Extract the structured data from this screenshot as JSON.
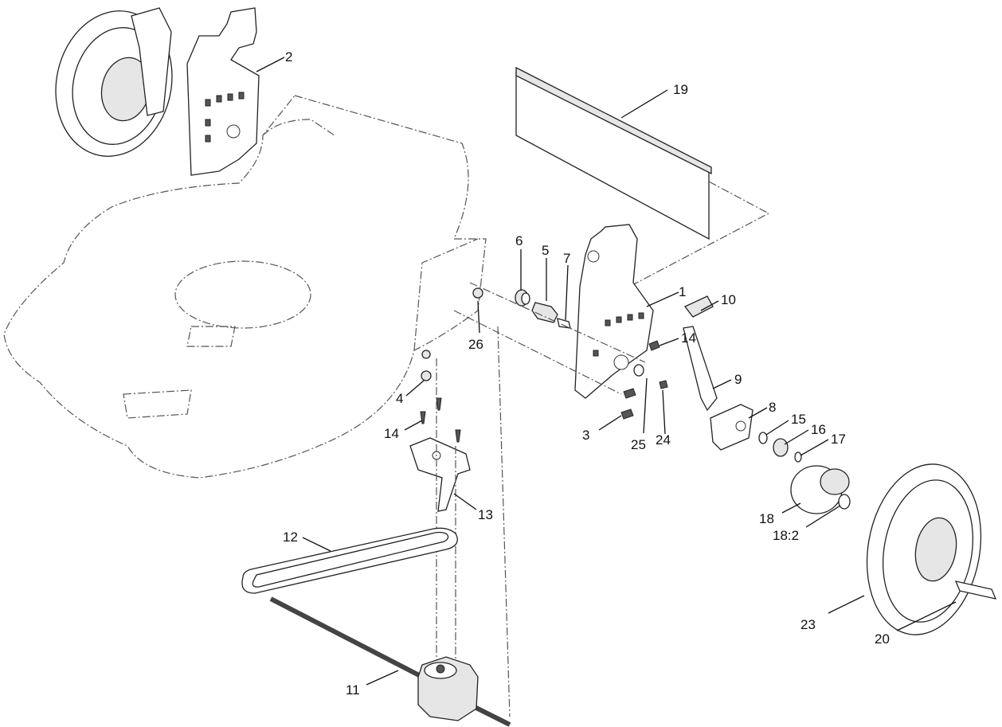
{
  "callouts": [
    {
      "id": "c1",
      "text": "1"
    },
    {
      "id": "c2",
      "text": "2"
    },
    {
      "id": "c3",
      "text": "3"
    },
    {
      "id": "c4",
      "text": "4"
    },
    {
      "id": "c5",
      "text": "5"
    },
    {
      "id": "c6",
      "text": "6"
    },
    {
      "id": "c7",
      "text": "7"
    },
    {
      "id": "c8",
      "text": "8"
    },
    {
      "id": "c9",
      "text": "9"
    },
    {
      "id": "c10",
      "text": "10"
    },
    {
      "id": "c11",
      "text": "11"
    },
    {
      "id": "c12",
      "text": "12"
    },
    {
      "id": "c13",
      "text": "13"
    },
    {
      "id": "c14a",
      "text": "14"
    },
    {
      "id": "c14b",
      "text": "14"
    },
    {
      "id": "c15",
      "text": "15"
    },
    {
      "id": "c16",
      "text": "16"
    },
    {
      "id": "c17",
      "text": "17"
    },
    {
      "id": "c18",
      "text": "18"
    },
    {
      "id": "c18b",
      "text": "18:2"
    },
    {
      "id": "c19",
      "text": "19"
    },
    {
      "id": "c20",
      "text": "20"
    },
    {
      "id": "c23",
      "text": "23"
    },
    {
      "id": "c24",
      "text": "24"
    },
    {
      "id": "c25",
      "text": "25"
    },
    {
      "id": "c26",
      "text": "26"
    }
  ]
}
